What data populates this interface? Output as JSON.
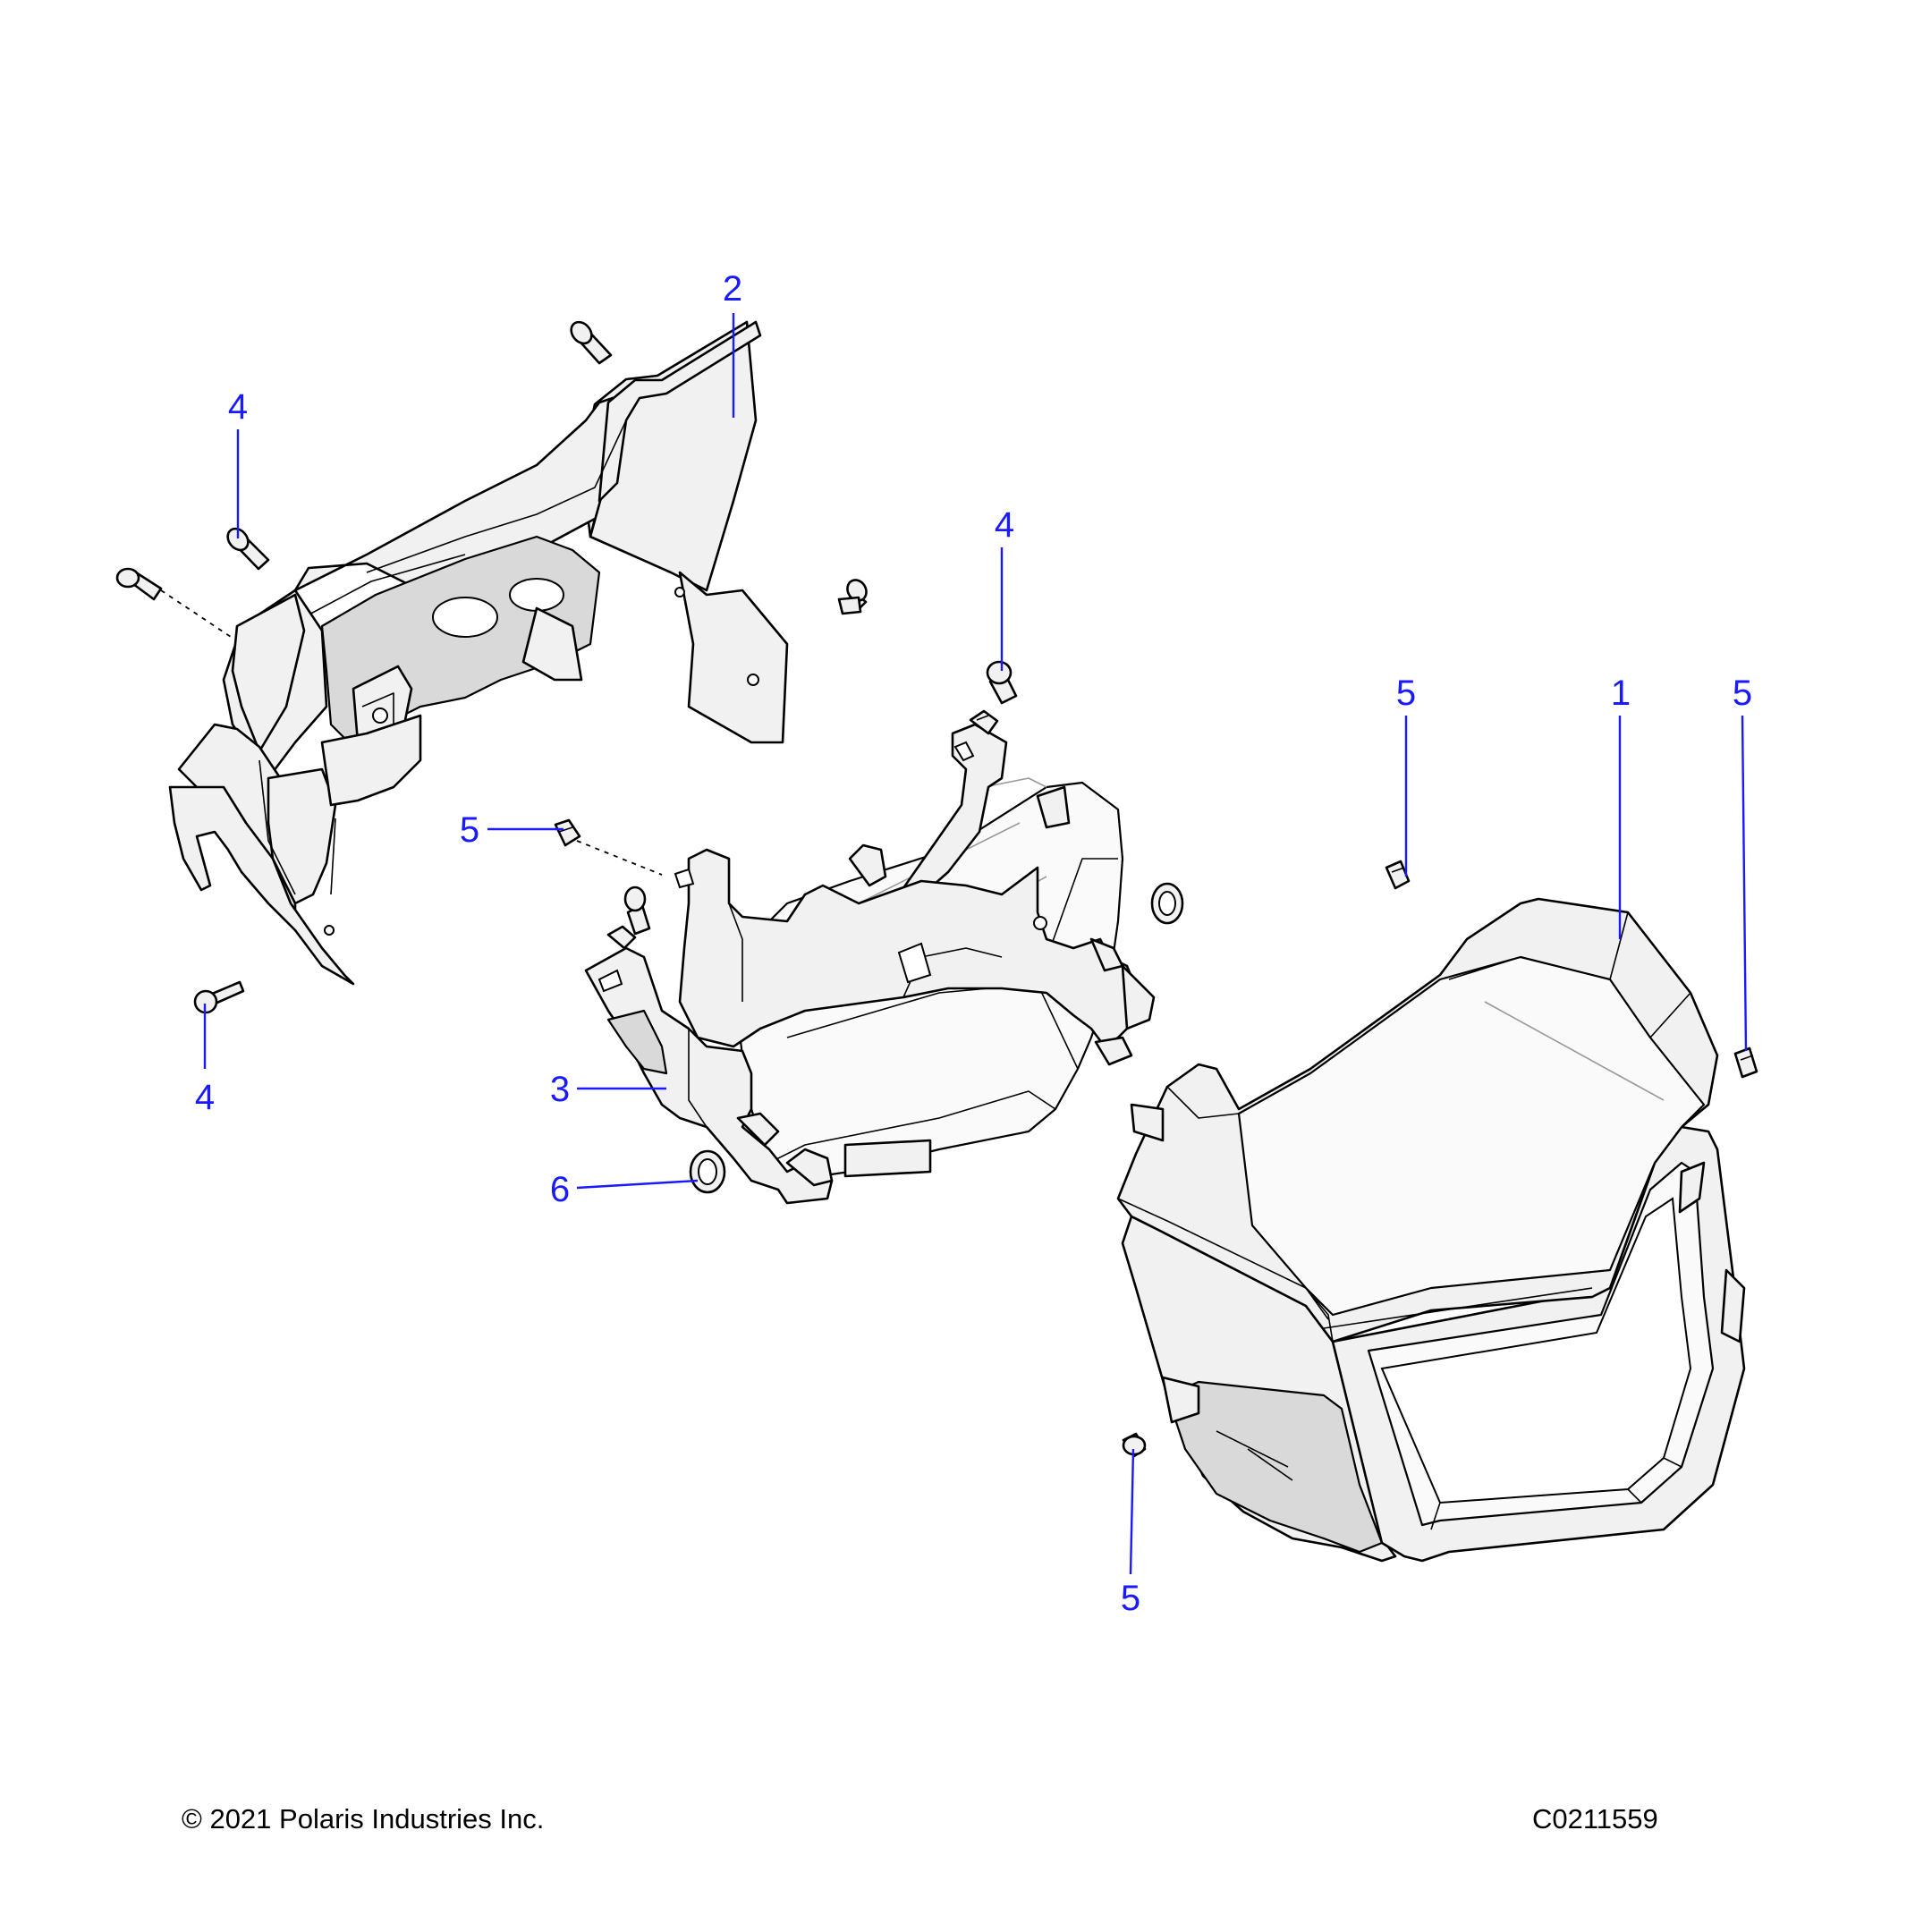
{
  "footer": {
    "copyright": "© 2021 Polaris Industries Inc.",
    "figure_id": "C0211559"
  },
  "callouts": [
    "2",
    "4",
    "4",
    "4",
    "5",
    "1",
    "5",
    "5",
    "3",
    "6",
    "5"
  ],
  "colors": {
    "callout": "#1a1aff",
    "line": "#000000",
    "part_fill": "#f1f1f1"
  }
}
